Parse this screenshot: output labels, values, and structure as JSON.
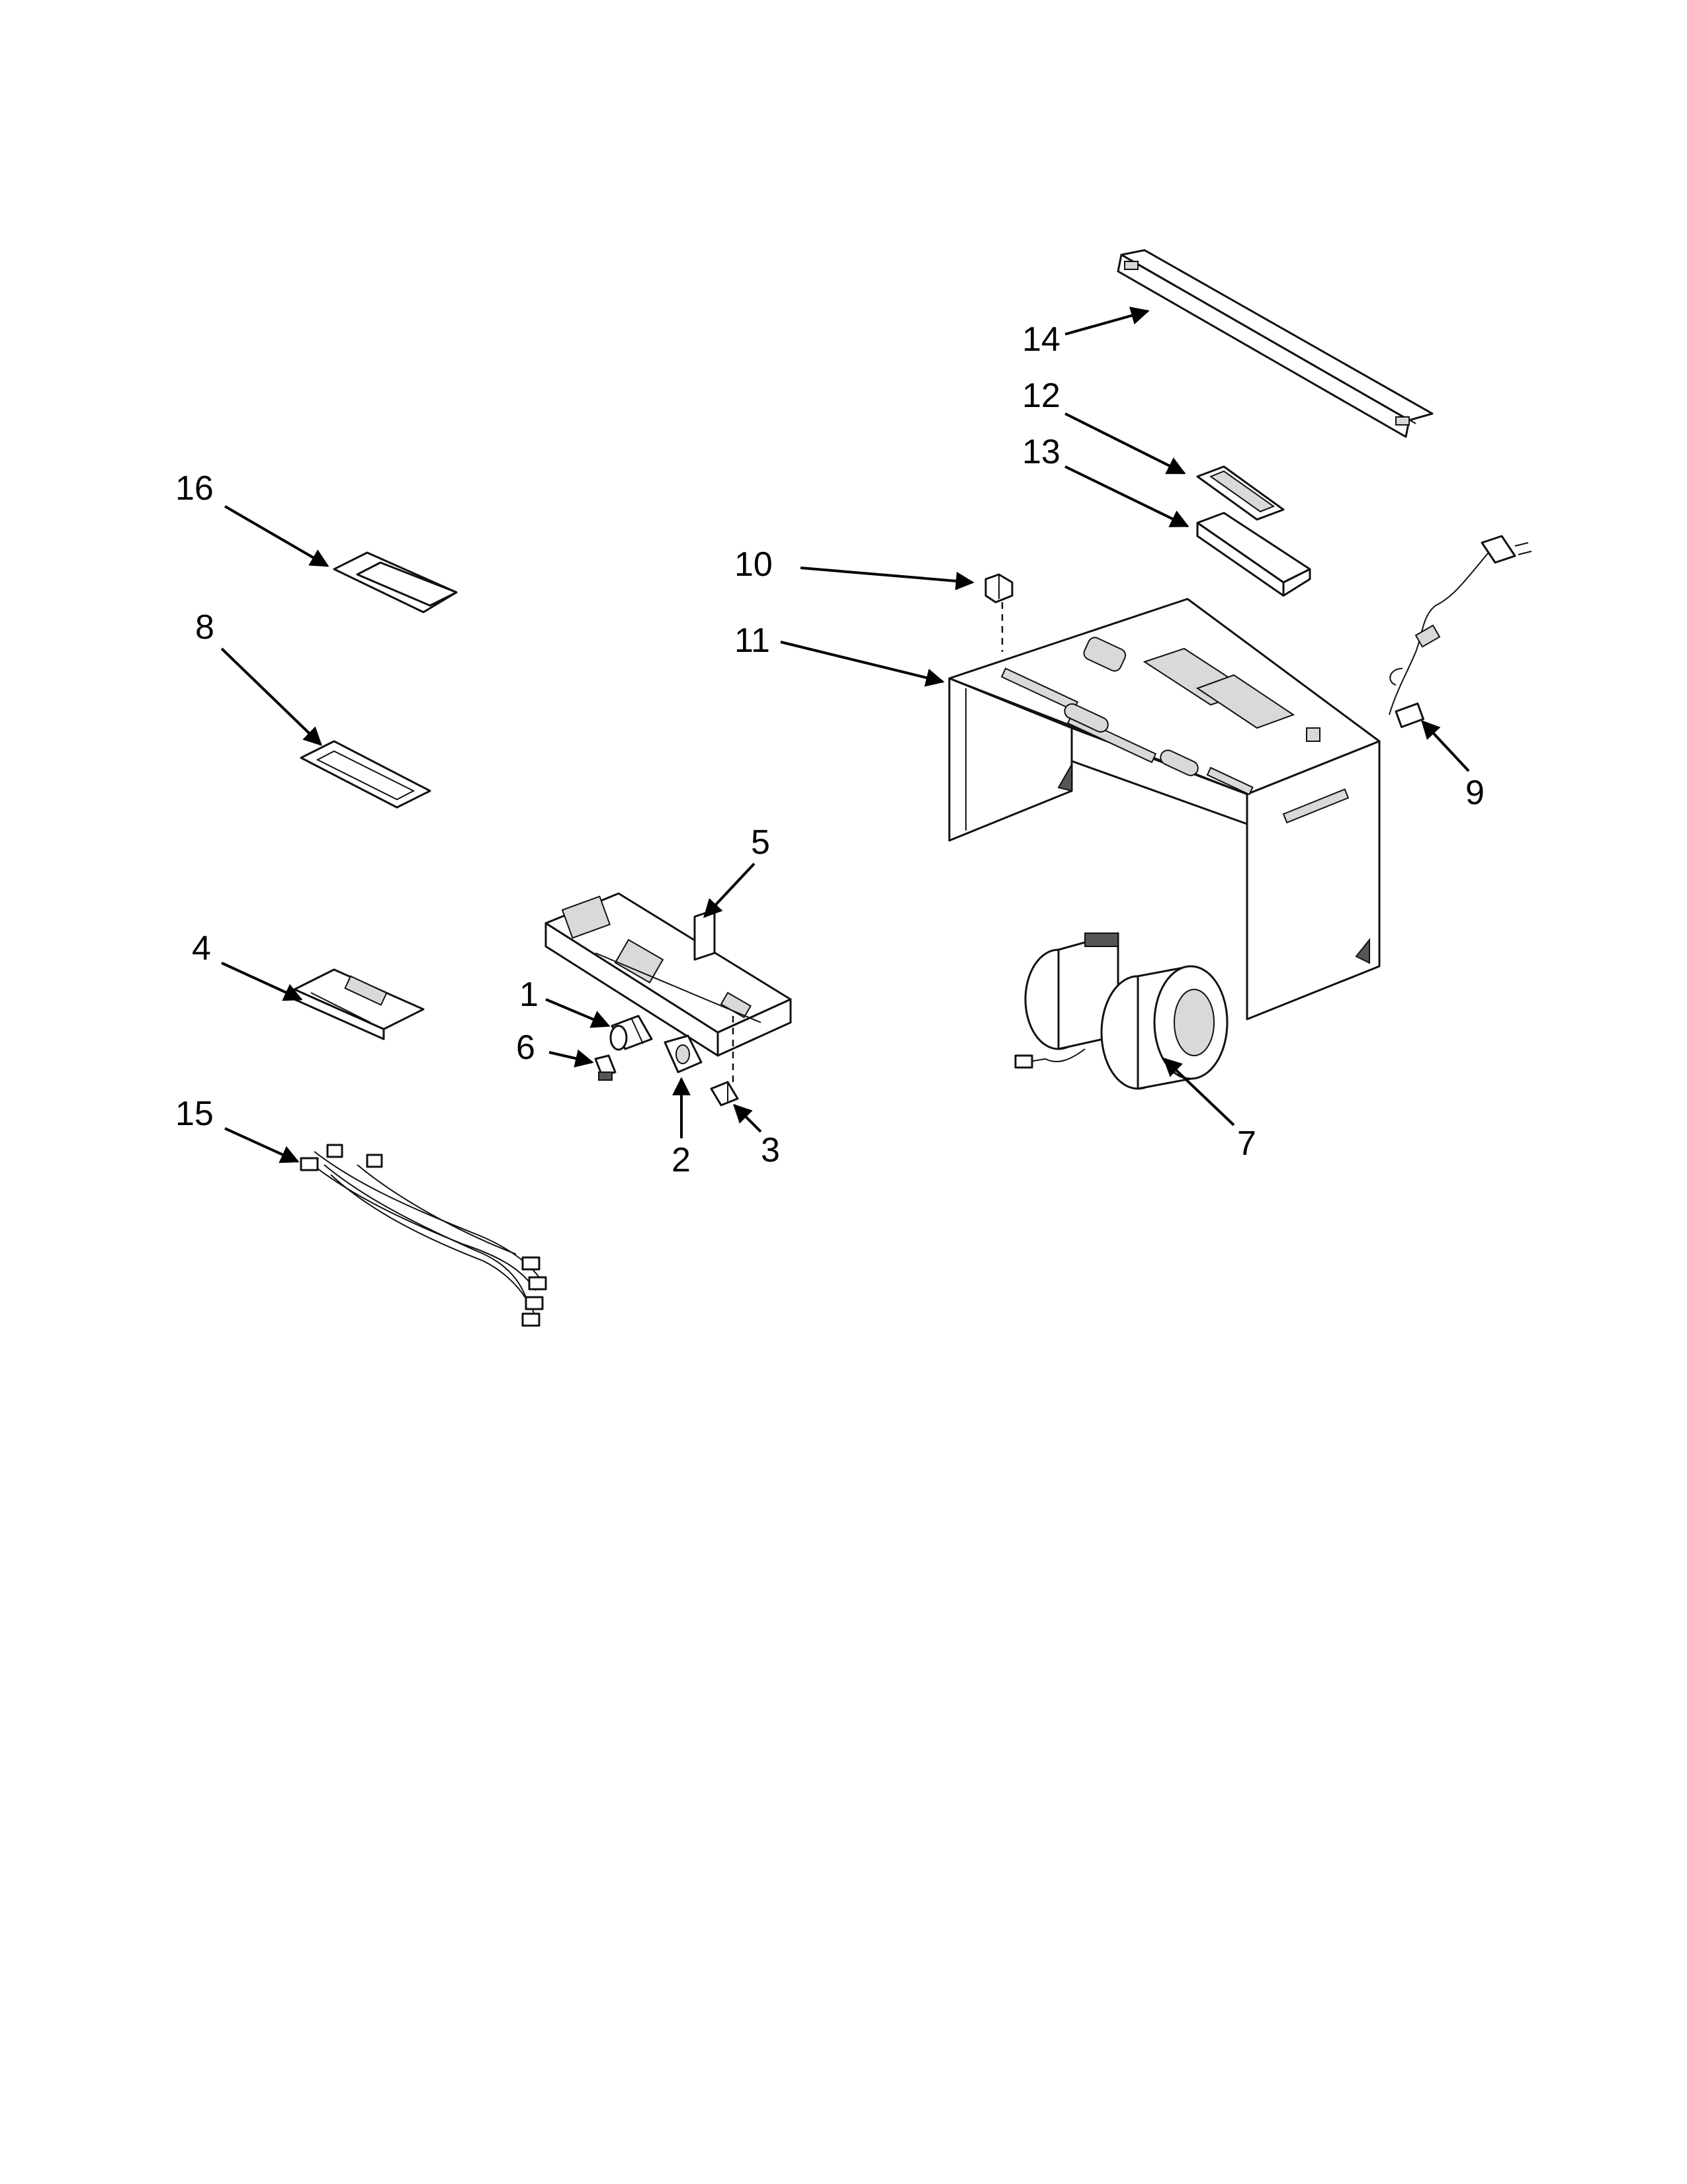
{
  "colors": {
    "ink": "#000000",
    "background": "#ffffff",
    "shade": "#d9d9d9"
  },
  "callouts": {
    "c1": "1",
    "c2": "2",
    "c3": "3",
    "c4": "4",
    "c5": "5",
    "c6": "6",
    "c7": "7",
    "c8": "8",
    "c9": "9",
    "c10": "10",
    "c11": "11",
    "c12": "12",
    "c13": "13",
    "c14": "14",
    "c15": "15",
    "c16": "16"
  }
}
